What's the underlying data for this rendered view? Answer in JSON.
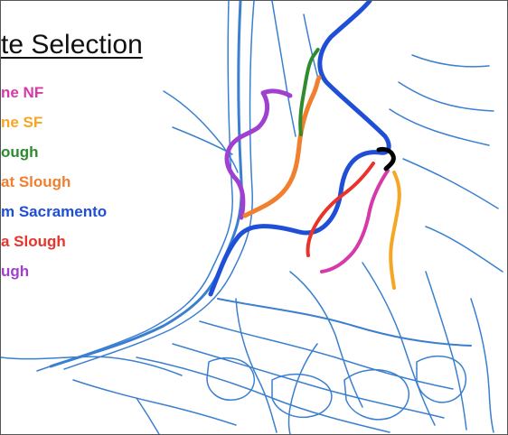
{
  "map": {
    "title": "te Selection",
    "legend": [
      {
        "label": "ne NF",
        "color": "#d63aa8"
      },
      {
        "label": "ne SF",
        "color": "#f5a623"
      },
      {
        "label": "ough",
        "color": "#2e8b2e"
      },
      {
        "label": "at Slough",
        "color": "#f07f2e"
      },
      {
        "label": "m Sacramento",
        "color": "#1f4fd6"
      },
      {
        "label": "a Slough",
        "color": "#e8342a"
      },
      {
        "label": "ugh",
        "color": "#a040d0"
      }
    ],
    "colors": {
      "waterways": "#3a7fd0",
      "black_route": "#000000"
    }
  }
}
